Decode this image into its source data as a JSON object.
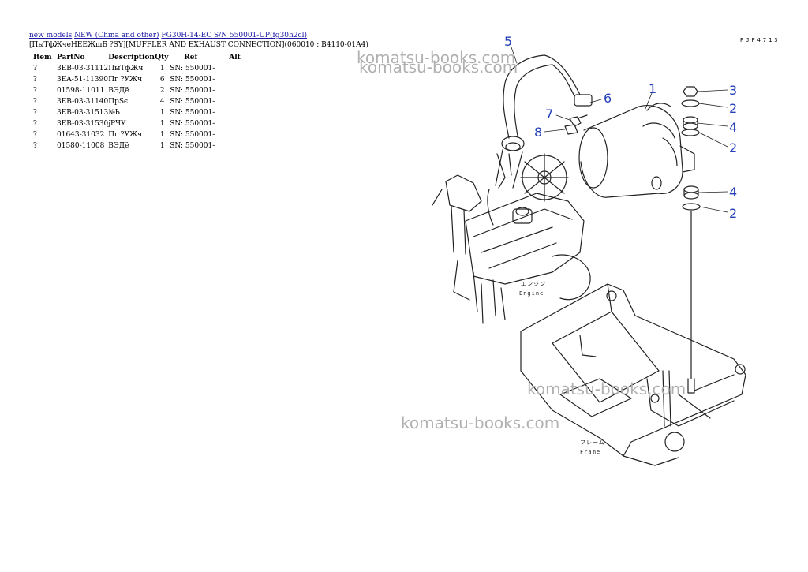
{
  "breadcrumb": {
    "link1": "new models",
    "link2": "NEW (China and other)",
    "link3": "FG30H-14-EC S/N 550001-UP(fg30h2cl)"
  },
  "subtitle": "[ПыТфЖчеНЕЕЖшБ ?SY][MUFFLER AND EXHAUST CONNECTION](060010 : B4110-01A4)",
  "drawing_code": "PJF4713",
  "table": {
    "headers": [
      "Item",
      "PartNo",
      "Description",
      "Qty",
      "Ref",
      "Alt"
    ],
    "rows": [
      [
        "?",
        "3EB-03-31112",
        "ПыТфЖч",
        "1",
        "SN: 550001-",
        ""
      ],
      [
        "?",
        "3EA-51-11390",
        "Пг ?УЖч",
        "6",
        "SN: 550001-",
        ""
      ],
      [
        "?",
        "01598-11011",
        "ВЭДё",
        "2",
        "SN: 550001-",
        ""
      ],
      [
        "?",
        "3EB-03-31140",
        "ПрSє",
        "4",
        "SN: 550001-",
        ""
      ],
      [
        "?",
        "3EB-03-31513",
        "№Ь",
        "1",
        "SN: 550001-",
        ""
      ],
      [
        "?",
        "3EB-03-31530",
        "јРЧУ",
        "1",
        "SN: 550001-",
        ""
      ],
      [
        "?",
        "01643-31032",
        "Пг ?УЖч",
        "1",
        "SN: 550001-",
        ""
      ],
      [
        "?",
        "01580-11008",
        "ВЭДё",
        "1",
        "SN: 550001-",
        ""
      ]
    ]
  },
  "diagram": {
    "callouts": [
      "5",
      "6",
      "7",
      "8",
      "1",
      "3",
      "2",
      "4",
      "2",
      "4",
      "2"
    ],
    "label_engine_jp": "エンジン",
    "label_engine": "Engine",
    "label_frame_jp": "フレーム",
    "label_frame": "Frame"
  },
  "watermarks": [
    "komatsu-books.com",
    "komatsu-books.com",
    "komatsu-books.com",
    "komatsu-books.com"
  ]
}
